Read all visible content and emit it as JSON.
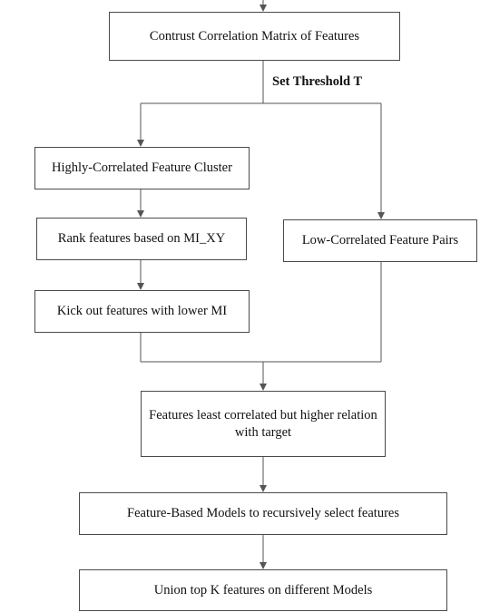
{
  "flowchart": {
    "contrust_box": "Contrust Correlation Matrix of Features",
    "threshold_label": "Set Threshold T",
    "high_cluster_box": "Highly-Correlated Feature Cluster",
    "rank_box": "Rank features based on MI_XY",
    "low_pairs_box": "Low-Correlated Feature Pairs",
    "kick_box": "Kick out features with lower MI",
    "least_correlated_box": "Features least correlated but higher relation with target",
    "feature_models_box": "Feature-Based Models to recursively select features",
    "union_box": "Union top K features on different Models"
  },
  "colors": {
    "line": "#555555",
    "box_border": "#4a4a4a"
  }
}
